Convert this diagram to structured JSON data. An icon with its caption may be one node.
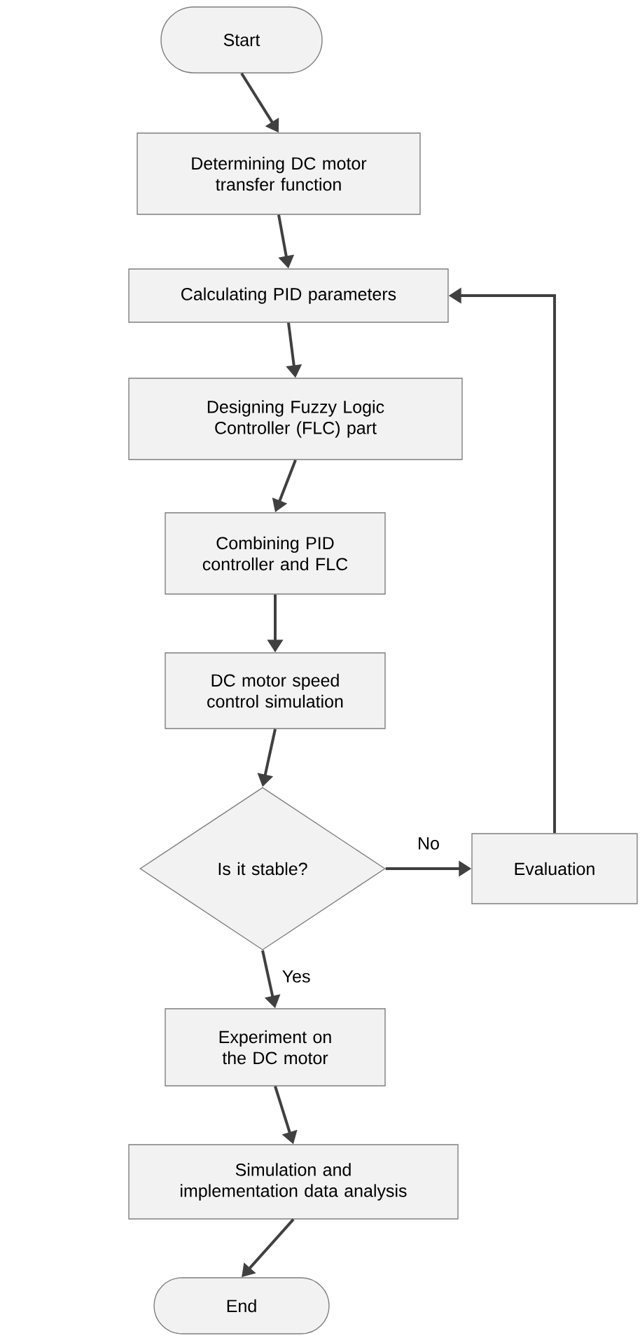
{
  "diagram": {
    "nodes": [
      {
        "text": [
          "Start"
        ]
      },
      {
        "text": [
          "Determining DC motor transfer function"
        ]
      },
      {
        "text": [
          "Calculating PID parameters"
        ]
      },
      {
        "text": [
          "Designing Fuzzy Logic Controller (FLC) part"
        ]
      },
      {
        "text": [
          "Combining PID controller and FLC"
        ]
      },
      {
        "text": [
          "DC motor speed control simulation"
        ]
      },
      {
        "text": [
          "Is it stable?"
        ]
      },
      {
        "text": [
          "Evaluation"
        ]
      },
      {
        "text": [
          "Experiment on the DC motor"
        ]
      },
      {
        "text": [
          "Simulation and implementation data analysis"
        ]
      },
      {
        "text": [
          "End"
        ]
      }
    ],
    "edges": [
      {
        "from": 0,
        "to": 1,
        "arrow": "to"
      },
      {
        "from": 1,
        "to": 2,
        "arrow": "to"
      },
      {
        "from": 2,
        "to": 3,
        "arrow": "to"
      },
      {
        "from": 3,
        "to": 4,
        "arrow": "to"
      },
      {
        "from": 4,
        "to": 5,
        "arrow": "to"
      },
      {
        "from": 5,
        "to": 6,
        "arrow": "to"
      },
      {
        "from": 6,
        "to": 7,
        "arrow": "to",
        "label": "No"
      },
      {
        "from": 7,
        "to": 2,
        "arrow": "to"
      },
      {
        "from": 6,
        "to": 8,
        "arrow": "to",
        "label": "Yes"
      },
      {
        "from": 8,
        "to": 9,
        "arrow": "to"
      },
      {
        "from": 9,
        "to": 10,
        "arrow": "to"
      }
    ]
  }
}
